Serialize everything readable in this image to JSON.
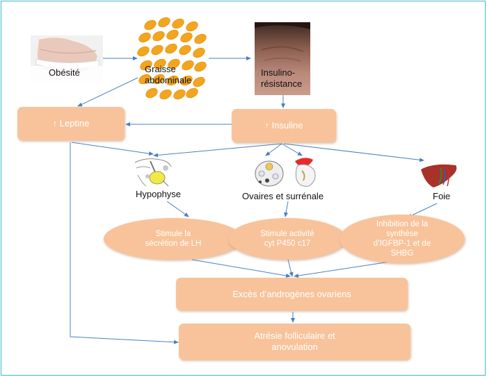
{
  "nodes": {
    "obesite": "Obésité",
    "graisse_line1": "Graisse",
    "graisse_line2": "abdominale",
    "insulino_line1": "Insulino-",
    "insulino_line2": "résistance",
    "leptine": "↑ Leptine",
    "insuline": "↑ Insuline",
    "hypophyse": "Hypophyse",
    "ovaires": "Ovaires et surrénale",
    "foie": "Foie",
    "lh_line1": "Stimule la",
    "lh_line2": "sécrétion de LH",
    "p450_line1": "Stimule activité",
    "p450_line2": "cyt P450 c17",
    "igfbp_line1": "Inhibition de la",
    "igfbp_line2": "synthèse",
    "igfbp_line3": "d’IGFBP-1 et de",
    "igfbp_line4": "SHBG",
    "androgenes": "Excès d’androgènes ovariens",
    "atresie_line1": "Atrésie folliculaire et",
    "atresie_line2": "anovulation"
  },
  "colors": {
    "box_fill": "#f8c39a",
    "arrow": "#4a7fc1",
    "frame": "#3fb7c9",
    "fat_globules": "#f2a51e"
  },
  "icons": [
    "belly-tape-photo",
    "fat-cells-icon",
    "neck-skin-photo",
    "pituitary-icon",
    "ovary-icon",
    "adrenal-kidney-icon",
    "liver-icon"
  ]
}
